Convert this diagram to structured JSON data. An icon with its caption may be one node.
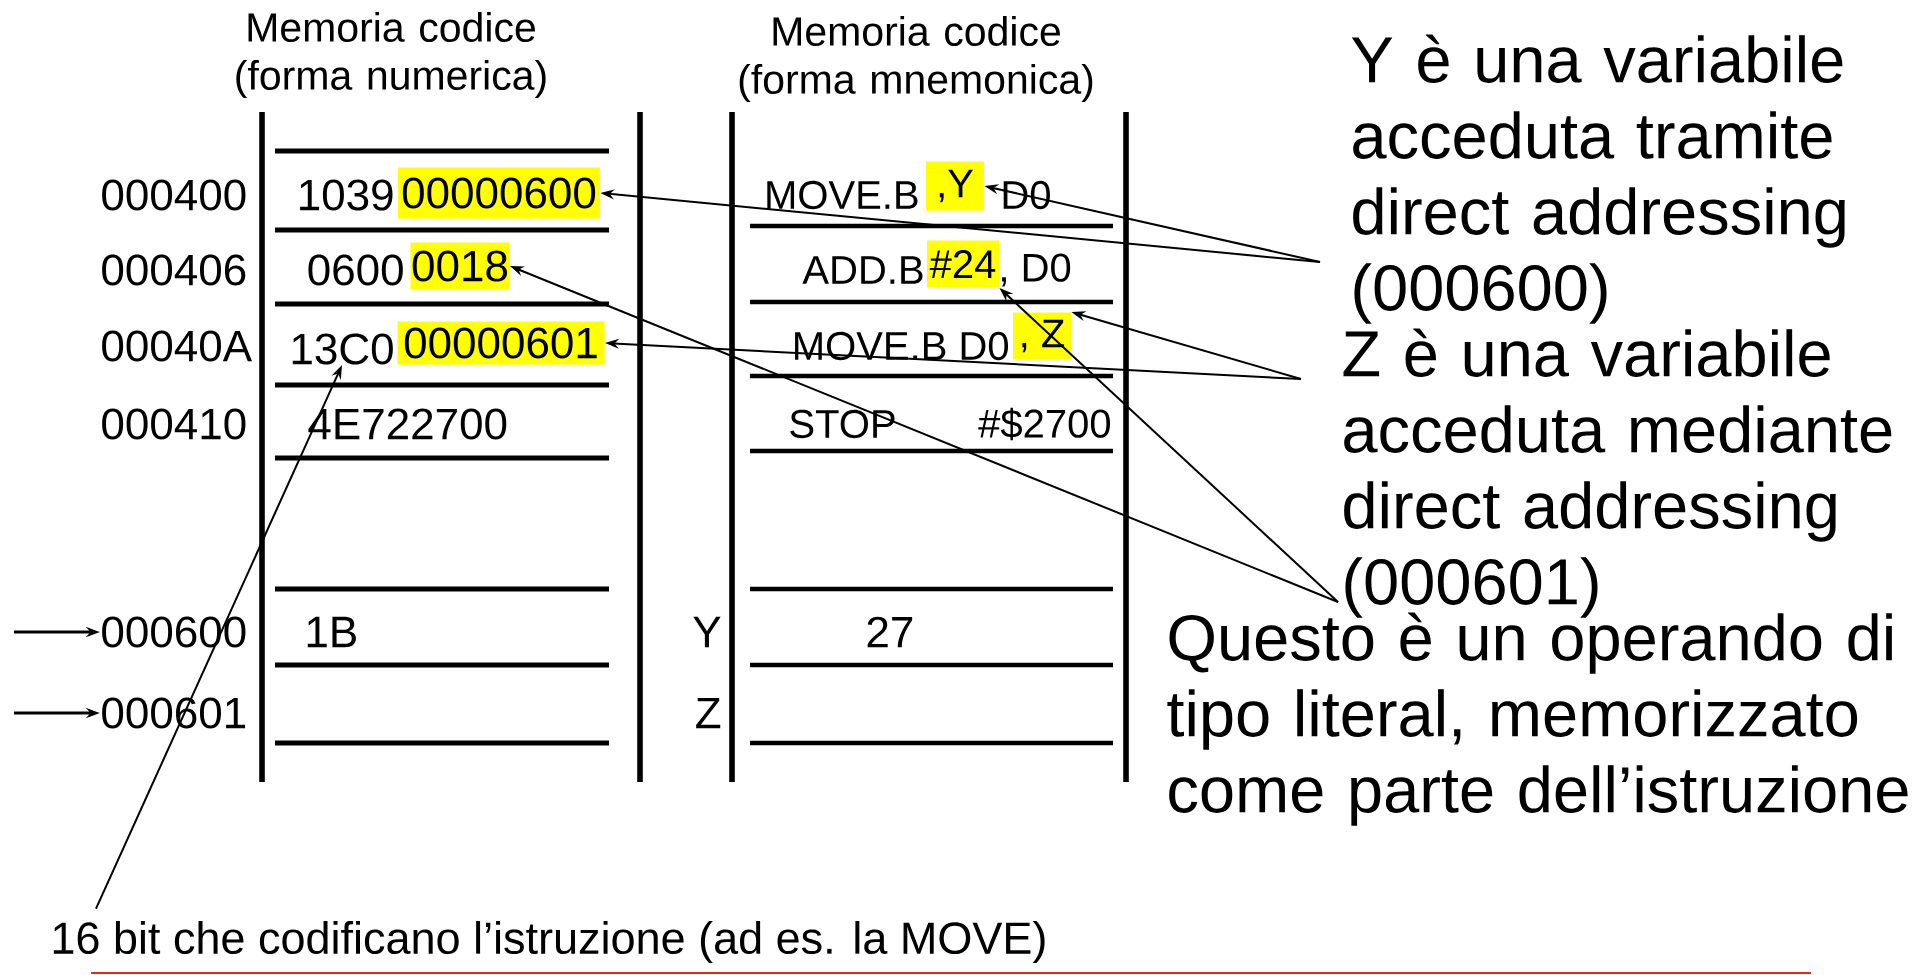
{
  "diagram": {
    "nodes": [
      {
        "text": [
          "Y è una variabile acceduta tramite direct addressing (000600)"
        ]
      },
      {
        "text": [
          "Z è una variabile acceduta mediante direct addressing (000601)"
        ]
      },
      {
        "text": [
          "Questo è un operando di tipo literal, memorizzato come parte dell’istruzione"
        ]
      },
      {
        "text": [
          "16 bit che codificano l’istruzione (ad es. la MOVE)"
        ]
      },
      {
        "text": [
          "00000600"
        ]
      },
      {
        "text": [
          "0018"
        ]
      },
      {
        "text": [
          "00000601"
        ]
      },
      {
        "text": [
          ",Y"
        ]
      },
      {
        "text": [
          "#24"
        ]
      },
      {
        "text": [
          ", Z"
        ]
      },
      {
        "text": [
          "13C0"
        ]
      },
      {
        "text": [
          "000600"
        ]
      },
      {
        "text": [
          "000601"
        ]
      }
    ],
    "edges": [
      {
        "from": 0,
        "to": 4,
        "arrow": "to"
      },
      {
        "from": 0,
        "to": 7,
        "arrow": "to"
      },
      {
        "from": 1,
        "to": 6,
        "arrow": "to"
      },
      {
        "from": 1,
        "to": 9,
        "arrow": "to"
      },
      {
        "from": 2,
        "to": 5,
        "arrow": "to"
      },
      {
        "from": 2,
        "to": 8,
        "arrow": "to"
      },
      {
        "from": 3,
        "to": 10,
        "arrow": "to"
      },
      {
        "from": null,
        "to": 11,
        "arrow": "to"
      },
      {
        "from": null,
        "to": 12,
        "arrow": "to"
      }
    ],
    "labels": [
      "Memoria codice (forma numerica)",
      "Memoria codice (forma mnemonica)",
      "000400",
      "1039",
      "MOVE.B",
      "D0",
      "000406",
      "0600",
      "ADD.B",
      ", D0",
      "00040A",
      "MOVE.B D0",
      "000410",
      "4E722700",
      "STOP",
      "#$2700",
      "1B",
      "Y",
      "27",
      "Z"
    ]
  }
}
